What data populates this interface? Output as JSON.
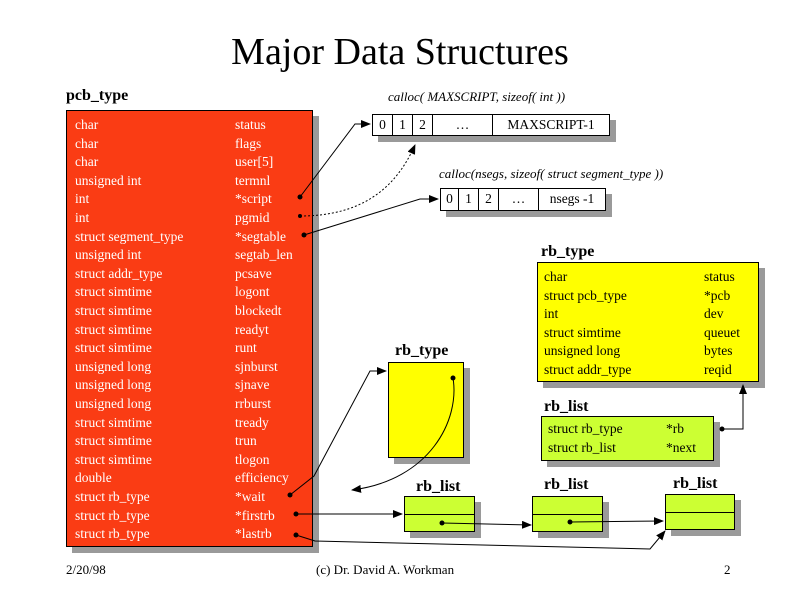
{
  "title": "Major Data Structures",
  "pcb": {
    "label": "pcb_type",
    "fields": [
      {
        "type": "char",
        "name": "status"
      },
      {
        "type": "char",
        "name": "flags"
      },
      {
        "type": "char",
        "name": "user[5]"
      },
      {
        "type": "unsigned int",
        "name": "termnl"
      },
      {
        "type": "int",
        "name": "*script"
      },
      {
        "type": "int",
        "name": "pgmid"
      },
      {
        "type": "struct segment_type",
        "name": "*segtable"
      },
      {
        "type": "unsigned int",
        "name": "segtab_len"
      },
      {
        "type": "struct addr_type",
        "name": "pcsave"
      },
      {
        "type": "struct simtime",
        "name": "logont"
      },
      {
        "type": "struct simtime",
        "name": "blockedt"
      },
      {
        "type": "struct simtime",
        "name": "readyt"
      },
      {
        "type": "struct simtime",
        "name": "runt"
      },
      {
        "type": "unsigned long",
        "name": "sjnburst"
      },
      {
        "type": "unsigned long",
        "name": "sjnave"
      },
      {
        "type": "unsigned long",
        "name": "rrburst"
      },
      {
        "type": "struct simtime",
        "name": "tready"
      },
      {
        "type": "struct simtime",
        "name": "trun"
      },
      {
        "type": "struct simtime",
        "name": "tlogon"
      },
      {
        "type": "double",
        "name": "efficiency"
      },
      {
        "type": "struct rb_type",
        "name": "*wait"
      },
      {
        "type": "struct rb_type",
        "name": "*firstrb"
      },
      {
        "type": "struct rb_type",
        "name": "*lastrb"
      }
    ]
  },
  "script_array": {
    "caption": "calloc( MAXSCRIPT, sizeof( int ))",
    "cells": [
      "0",
      "1",
      "2",
      "…",
      "MAXSCRIPT-1"
    ]
  },
  "seg_array": {
    "caption": "calloc(nsegs, sizeof( struct segment_type ))",
    "cells": [
      "0",
      "1",
      "2",
      "…",
      "nsegs -1"
    ]
  },
  "rb_type_def": {
    "label": "rb_type",
    "fields": [
      {
        "type": "char",
        "name": "status"
      },
      {
        "type": "struct pcb_type",
        "name": "*pcb"
      },
      {
        "type": "int",
        "name": "dev"
      },
      {
        "type": "struct simtime",
        "name": "queuet"
      },
      {
        "type": "unsigned long",
        "name": "bytes"
      },
      {
        "type": "struct addr_type",
        "name": "reqid"
      }
    ]
  },
  "rb_list_def": {
    "label": "rb_list",
    "fields": [
      {
        "type": "struct rb_type",
        "name": "*rb"
      },
      {
        "type": "struct rb_list",
        "name": "*next"
      }
    ]
  },
  "rb_type_node": {
    "label": "rb_type"
  },
  "rb_list_nodes": [
    {
      "label": "rb_list"
    },
    {
      "label": "rb_list"
    },
    {
      "label": "rb_list"
    }
  ],
  "footer": {
    "date": "2/20/98",
    "author": "(c) Dr. David A. Workman",
    "page": "2"
  },
  "colors": {
    "pcb_fill": "#fa3c14",
    "rb_type_fill": "#ffff00",
    "rb_list_fill": "#ccff33",
    "shadow": "#9a9a9a"
  }
}
